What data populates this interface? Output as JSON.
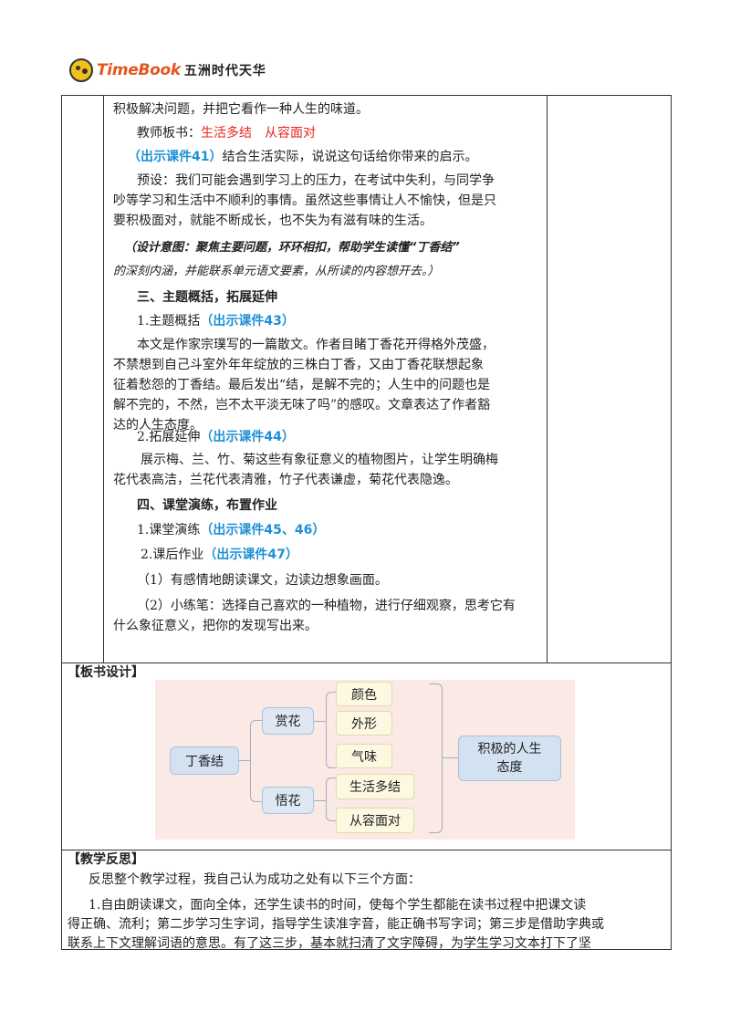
{
  "header": {
    "logo_en": "TimeBook",
    "logo_cn": "五洲时代天华"
  },
  "lesson": {
    "p1": "积极解决问题，并把它看作一种人生的味道。",
    "board_prefix": "教师板书：",
    "board_text": "生活多结　从容面对",
    "cue41": "（出示课件41）",
    "q41": "结合生活实际，说说这句话给你带来的启示。",
    "preset_1": "预设：我们可能会遇到学习上的压力，在考试中失利，与同学争",
    "preset_2": "吵等学习和生活中不顺利的事情。虽然这些事情让人不愉快，但是只",
    "preset_3": "要积极面对，就能不断成长，也不失为有滋有味的生活。",
    "intent_1": "（设计意图：聚焦主要问题，环环相扣，帮助学生读懂“丁香结”",
    "intent_2": "的深刻内涵，并能联系单元语文要素，从所读的内容想开去。）",
    "sec3": "三、主题概括，拓展延伸",
    "s31": "1.主题概括",
    "cue43": "（出示课件43）",
    "sum_1": "本文是作家宗璞写的一篇散文。作者目睹丁香花开得格外茂盛，",
    "sum_2": "不禁想到自己斗室外年年绽放的三株白丁香，又由丁香花联想起象",
    "sum_3": "征着愁怨的丁香结。最后发出“结，是解不完的；人生中的问题也是",
    "sum_4": "解不完的，不然，岂不太平淡无味了吗”的感叹。文章表达了作者豁",
    "sum_5": "达的人生态度。",
    "s32": "2.拓展延伸",
    "cue44": "（出示课件44）",
    "ext_1": "展示梅、兰、竹、菊这些有象征意义的植物图片，让学生明确梅",
    "ext_2": "花代表高洁，兰花代表清雅，竹子代表谦虚，菊花代表隐逸。",
    "sec4": "四、课堂演练，布置作业",
    "s41": "1.课堂演练",
    "cue4546": "（出示课件45、46）",
    "s42": "2.课后作业",
    "cue47": "（出示课件47）",
    "hw1": "（1）有感情地朗读课文，边读边想象画面。",
    "hw2_1": "（2）小练笔：选择自己喜欢的一种植物，进行仔细观察，思考它有",
    "hw2_2": "什么象征意义，把你的发现写出来。"
  },
  "board_design": {
    "heading": "【板书设计】",
    "root": "丁香结",
    "branch_a": "赏花",
    "branch_b": "悟花",
    "leaf_a": [
      "颜色",
      "外形",
      "气味"
    ],
    "leaf_b": [
      "生活多结",
      "从容面对"
    ],
    "conclusion_1": "积极的人生",
    "conclusion_2": "态度"
  },
  "reflection": {
    "heading": "【教学反思】",
    "intro": "反思整个教学过程，我自己认为成功之处有以下三个方面：",
    "p1_1": "1.自由朗读课文，面向全体，还学生读书的时间，使每个学生都能在读书过程中把课文读",
    "p1_2": "得正确、流利；第二步学习生字词，指导学生读准字音，能正确书写字词；第三步是借助字典或",
    "p1_3": "联系上下文理解词语的意思。有了这三步，基本就扫清了文字障碍，为学生学习文本打下了坚"
  },
  "colors": {
    "accent_red": "#e8251f",
    "accent_blue": "#1e8fd6",
    "logo_orange": "#e2571e",
    "board_bg": "#fbe9e5"
  }
}
